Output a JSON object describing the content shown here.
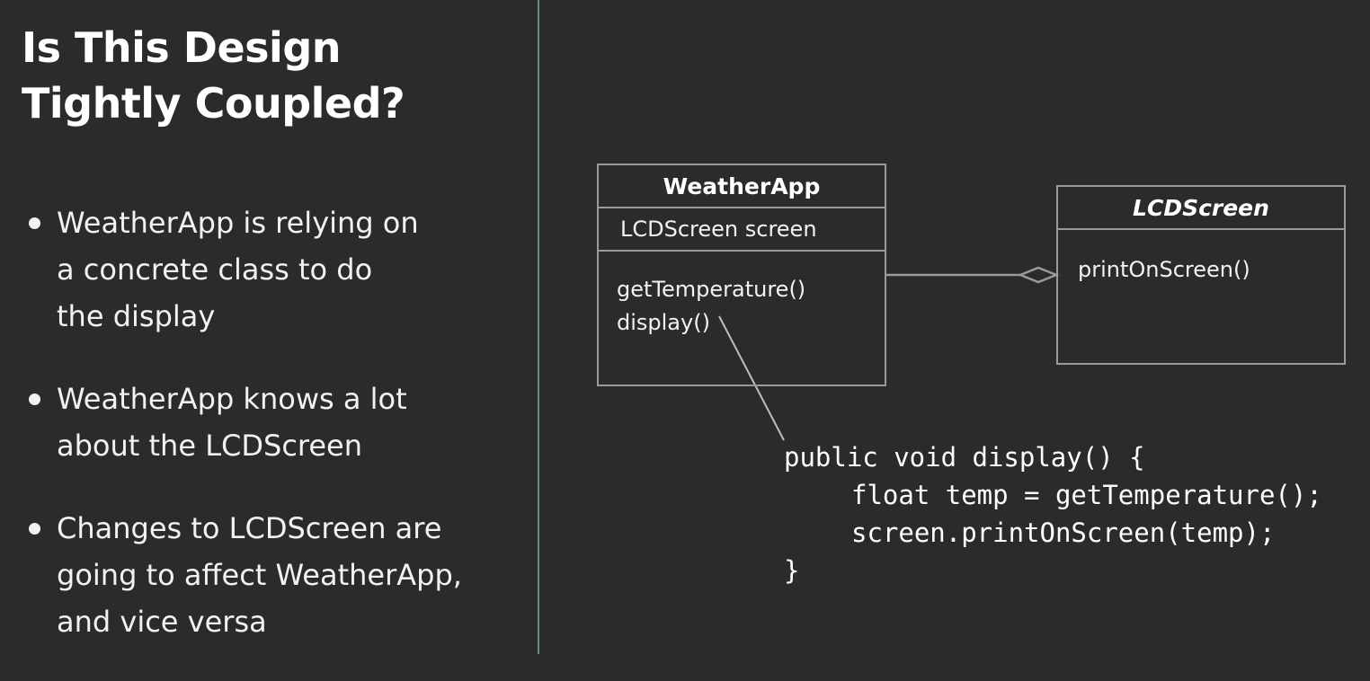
{
  "slide": {
    "title_lines": [
      "Is This Design",
      "Tightly Coupled?"
    ],
    "bullets": [
      {
        "lines": [
          "WeatherApp is relying on",
          "a concrete class to do",
          "the display"
        ]
      },
      {
        "lines": [
          "WeatherApp knows a lot",
          "about the LCDScreen"
        ]
      },
      {
        "lines": [
          "Changes to LCDScreen are",
          "going to affect WeatherApp,",
          "and vice versa"
        ]
      }
    ]
  },
  "diagram": {
    "weather_app": {
      "name": "WeatherApp",
      "attribute": "LCDScreen screen",
      "methods": [
        "getTemperature()",
        "display()"
      ]
    },
    "lcd_screen": {
      "name": "LCDScreen",
      "methods": [
        "printOnScreen()"
      ]
    },
    "association": "aggregation",
    "code_lines": [
      "public void display() {",
      "float temp = getTemperature();",
      "screen.printOnScreen(temp);",
      "}"
    ]
  },
  "colors": {
    "background": "#2b2b2b",
    "text": "#f2f2f2",
    "divider": "#6f8a6f",
    "uml_border": "#9a9a9a"
  }
}
